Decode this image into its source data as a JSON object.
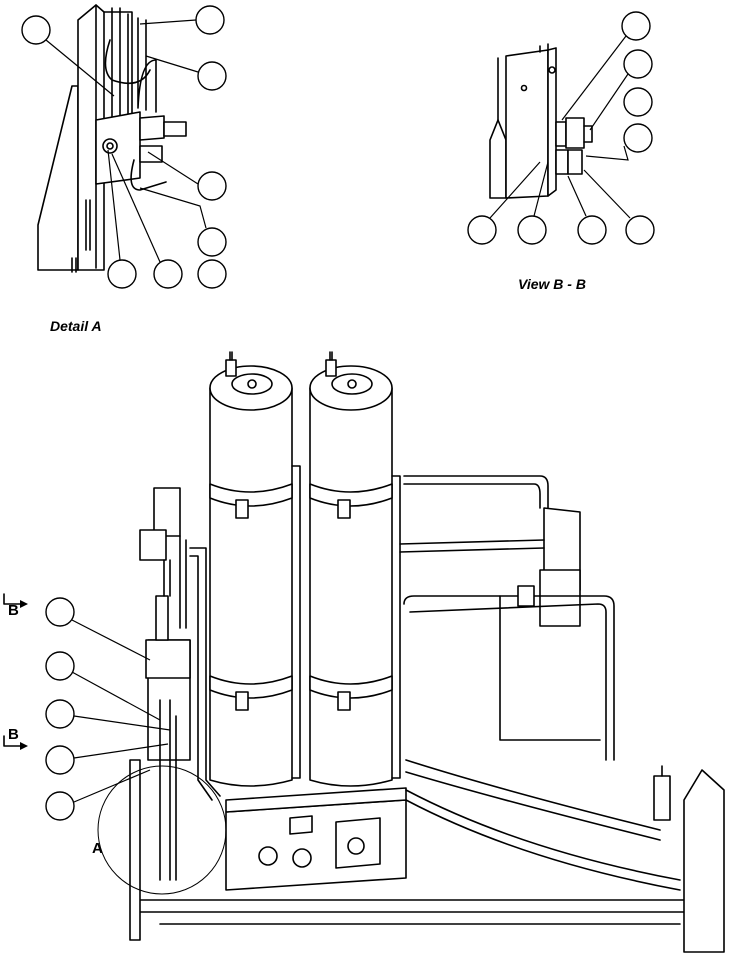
{
  "labels": {
    "detail_a": "Detail A",
    "view_bb": "View B - B",
    "section_mark_top": "B",
    "section_mark_bottom": "B",
    "detail_mark": "A"
  }
}
